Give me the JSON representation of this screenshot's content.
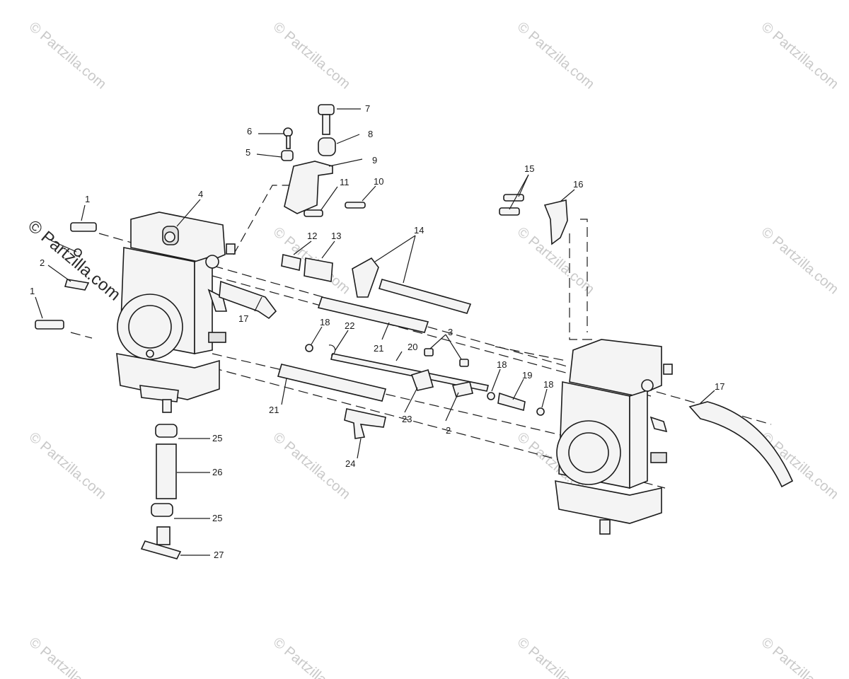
{
  "diagram": {
    "watermark_text": "© Partzilla.com",
    "callouts": [
      "1",
      "1",
      "2",
      "2",
      "3",
      "4",
      "5",
      "6",
      "7",
      "8",
      "9",
      "10",
      "11",
      "12",
      "13",
      "14",
      "15",
      "16",
      "17",
      "17",
      "18",
      "18",
      "18",
      "19",
      "20",
      "21",
      "21",
      "22",
      "23",
      "24",
      "25",
      "25",
      "26",
      "27"
    ],
    "colors": {
      "line": "#1c1c1c",
      "watermark": "#c9c9c9",
      "part_fill": "#f4f4f4"
    }
  }
}
